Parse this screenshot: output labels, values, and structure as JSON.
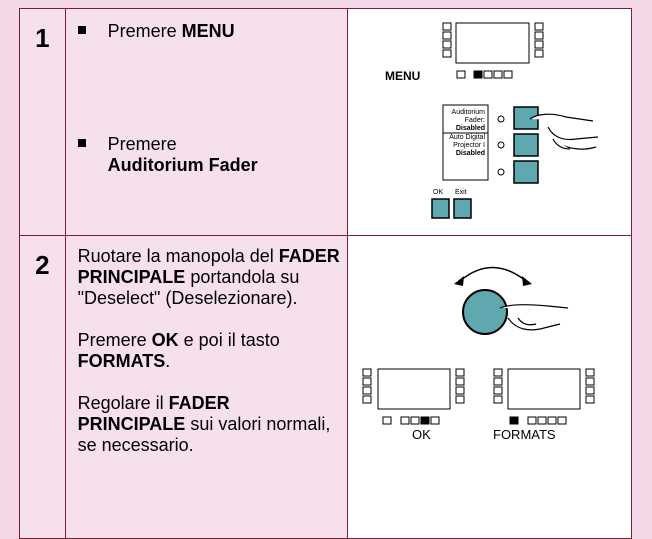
{
  "steps": [
    {
      "number": "1",
      "bullet1_pre": "Premere ",
      "bullet1_bold": "MENU",
      "bullet2_line1": "Premere",
      "bullet2_bold": "Auditorium Fader",
      "diagram": {
        "menu_label": "MENU",
        "screen_lines": [
          "Auditorium",
          "Fader:",
          "Disabled",
          "Auto Digital",
          "Projector I",
          "Disabled"
        ],
        "ok_label": "OK",
        "exit_label": "Exit"
      }
    },
    {
      "number": "2",
      "p1_a": "Ruotare la manopola del ",
      "p1_bold": "FADER PRINCIPALE",
      "p1_b": " portandola su \"Deselect\" (Deselezionare).",
      "p2_a": "Premere ",
      "p2_bold1": "OK",
      "p2_b": " e poi il tasto ",
      "p2_bold2": "FORMATS",
      "p2_c": ".",
      "p3_a": "Regolare il ",
      "p3_bold": "FADER PRINCIPALE",
      "p3_b": " sui valori normali, se necessario.",
      "diagram": {
        "ok_label": "OK",
        "formats_label": "FORMATS"
      }
    }
  ],
  "colors": {
    "background": "#f3d9e8",
    "border": "#7a1f3a",
    "button_fill": "#5fa8b0"
  }
}
